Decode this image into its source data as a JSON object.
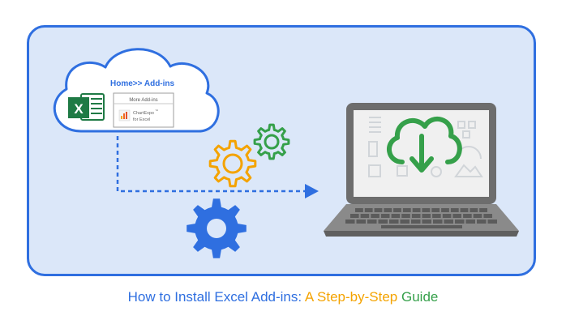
{
  "cloud": {
    "breadcrumb": "Home>> Add-ins",
    "panel_header": "More Add-ins",
    "addin_name_line1": "ChartExpo",
    "addin_tm": "™",
    "addin_name_line2": "for Excel",
    "excel_letter": "X"
  },
  "caption": {
    "part1": "How to Install Excel Add-ins: ",
    "part2": "A Step-by-Step ",
    "part3": "Guide"
  },
  "colors": {
    "blue": "#2f6fe0",
    "orange": "#f4a300",
    "green": "#35a04a",
    "excel_green": "#1f7a45",
    "panel_bg": "#dbe7f9"
  },
  "icons": [
    "cloud-icon",
    "excel-icon",
    "chartexpo-icon",
    "gear-icon",
    "arrow-icon",
    "laptop-icon",
    "cloud-download-icon"
  ]
}
